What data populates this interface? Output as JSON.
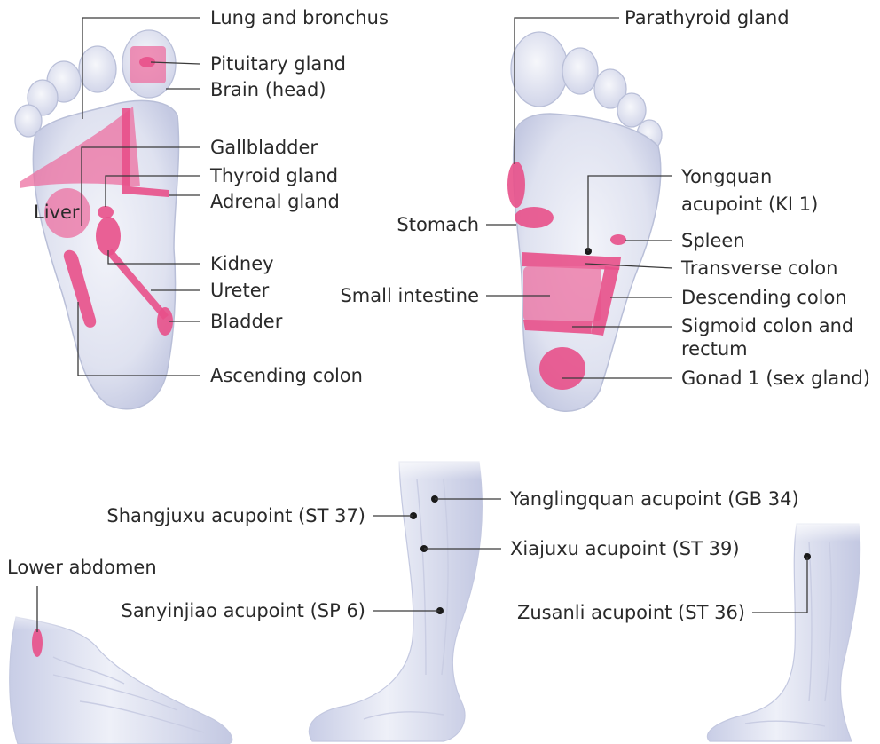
{
  "colors": {
    "zone": "#e8508a",
    "skin": "#dfe2f0",
    "leader": "#3a3a3a"
  },
  "sole_left": {
    "labels": {
      "lung": "Lung and bronchus",
      "pituitary": "Pituitary gland",
      "brain": "Brain (head)",
      "gallbladder": "Gallbladder",
      "thyroid": "Thyroid gland",
      "adrenal": "Adrenal gland",
      "liver": "Liver",
      "kidney": "Kidney",
      "ureter": "Ureter",
      "bladder": "Bladder",
      "ascending": "Ascending colon"
    }
  },
  "sole_right": {
    "labels": {
      "parathyroid": "Parathyroid gland",
      "yongquan_1": "Yongquan",
      "yongquan_2": "acupoint (KI 1)",
      "stomach": "Stomach",
      "spleen": "Spleen",
      "transverse": "Transverse colon",
      "small_intestine": "Small intestine",
      "descending": "Descending colon",
      "sigmoid_1": "Sigmoid colon and",
      "sigmoid_2": "rectum",
      "gonad": "Gonad 1 (sex gland)"
    }
  },
  "legs": {
    "labels": {
      "yanglingquan": "Yanglingquan acupoint (GB 34)",
      "shangjuxu": "Shangjuxu acupoint (ST 37)",
      "xiajuxu": "Xiajuxu acupoint (ST 39)",
      "lower_abdomen": "Lower abdomen",
      "sanyinjiao": "Sanyinjiao acupoint (SP 6)",
      "zusanli": "Zusanli acupoint (ST 36)"
    }
  }
}
